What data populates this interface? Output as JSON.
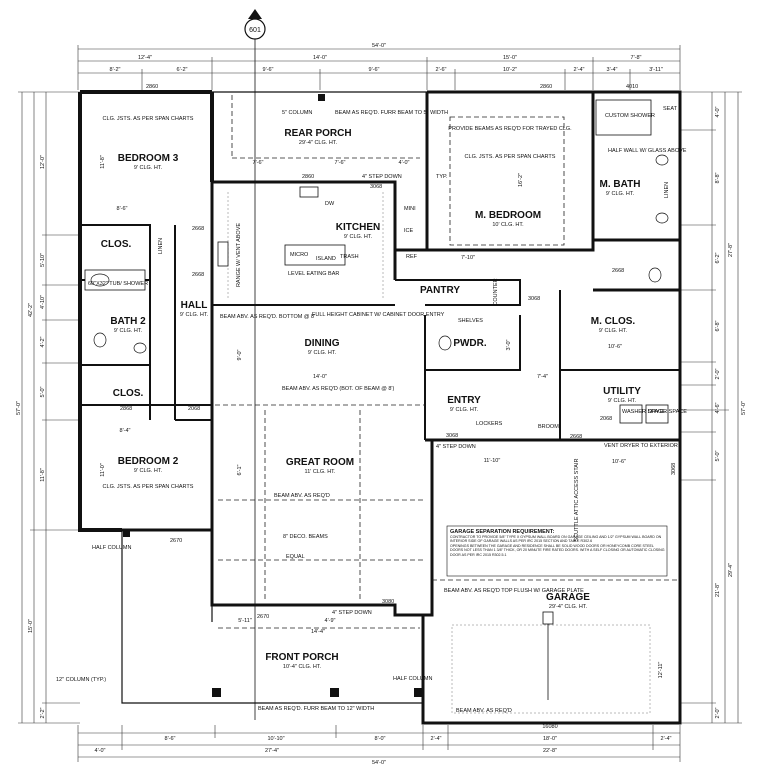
{
  "marker": {
    "label": "601"
  },
  "rooms": {
    "bedroom3": {
      "name": "BEDROOM 3",
      "ht": "9' CLG. HT."
    },
    "rear_porch": {
      "name": "REAR PORCH",
      "ht": "29'-4\" CLG. HT."
    },
    "kitchen": {
      "name": "KITCHEN",
      "ht": "9' CLG. HT."
    },
    "m_bedroom": {
      "name": "M. BEDROOM",
      "ht": "10' CLG. HT."
    },
    "m_bath": {
      "name": "M. BATH",
      "ht": "9' CLG. HT."
    },
    "clos_top": {
      "name": "CLOS."
    },
    "bath2": {
      "name": "BATH 2",
      "ht": "9' CLG. HT."
    },
    "hall": {
      "name": "HALL",
      "ht": "9' CLG. HT."
    },
    "pantry": {
      "name": "PANTRY"
    },
    "m_clos": {
      "name": "M. CLOS.",
      "ht": "9' CLG. HT."
    },
    "dining": {
      "name": "DINING",
      "ht": "9' CLG. HT."
    },
    "pwdr": {
      "name": "PWDR."
    },
    "clos_mid": {
      "name": "CLOS."
    },
    "entry": {
      "name": "ENTRY",
      "ht": "9' CLG. HT."
    },
    "utility": {
      "name": "UTILITY",
      "ht": "9' CLG. HT."
    },
    "bedroom2": {
      "name": "BEDROOM 2",
      "ht": "9' CLG. HT."
    },
    "great_room": {
      "name": "GREAT ROOM",
      "ht": "11' CLG. HT."
    },
    "garage": {
      "name": "GARAGE",
      "ht": "29'-4\" CLG. HT."
    },
    "front_porch": {
      "name": "FRONT PORCH",
      "ht": "10'-4\" CLG. HT."
    }
  },
  "notes": {
    "beam_5col": "5\" COLUMN",
    "beam_rear": "BEAM AS REQ'D. FURR BEAM TO 5\" WIDTH",
    "clg_jsts": "CLG. JSTS. AS PER SPAN CHARTS",
    "provide_beams": "PROVIDE BEAMS AS REQ'D FOR TRAYED CLG.",
    "custom_shower": "CUSTOM SHOWER",
    "half_wall": "HALF WALL W/ GLASS ABOVE",
    "seat": "SEAT",
    "linen": "LINEN",
    "step_down_top": "4\" STEP DOWN",
    "dw": "DW",
    "micro": "MICRO",
    "island": "ISLAND",
    "trash": "TRASH",
    "range": "RANGE W/ VENT ABOVE",
    "eating_bar": "LEVEL EATING BAR",
    "ref": "REF",
    "mini": "MINI",
    "ice": "ICE",
    "counter": "COUNTER",
    "shelves": "SHELVES",
    "tub": "60\"X32\" TUB/ SHOWER",
    "full_height": "FULL HEIGHT CABINET W/ CABINET DOOR ENTRY",
    "beam_bottom": "BEAM ABV. AS REQ'D. BOTTOM @ 8'",
    "beam_dining": "BEAM ABV. AS REQ'D (BOT. OF BEAM @ 8')",
    "lockers": "LOCKERS",
    "broom": "BROOM",
    "washer": "WASHER SPACE",
    "dryer": "DRYER SPACE",
    "vent_dryer": "VENT DRYER TO EXTERIOR",
    "step_down_garage": "4\" STEP DOWN",
    "beam_great": "BEAM ABV. AS REQ'D",
    "deco_beams": "8\" DECO. BEAMS",
    "equal": "EQUAL",
    "attic": "SCUTTLE ATTIC ACCESS STAIR",
    "garage_sep_title": "GARAGE SEPARATION REQUIREMENT:",
    "garage_sep_1": "CONTRACTOR TO PROVIDE 5/8\" TYPE X GYPSUM WALL BOARD ON GARAGE CEILING AND 1/2\" GYPSUM WALL BOARD ON INTERIOR SIDE OF GARAGE WALLS AS PER IRC 2015 SECTION AND TABLE R302.6",
    "garage_sep_2": "OPENINGS BETWEEN THE GARAGE AND RESIDENCE SHALL BE SOLID WOOD DOORS OR HONEYCOMB CORE STEEL DOORS NOT LESS THAN 1 3/8\" THICK, OR 20 MINUTE FIRE RATED DOORS. WITH A SELF CLOSING OR AUTOMATIC CLOSING DOOR AS PER IRC 2015 R302.5.1",
    "half_column_left": "HALF COLUMN",
    "beam_garage": "BEAM ABV. AS REQ'D TOP FLUSH W/ GARAGE PLATE",
    "step_down_front": "4\" STEP DOWN",
    "col_typ": "12\" COLUMN (TYP.)",
    "half_column_right": "HALF COLUMN",
    "beam_front": "BEAM AS REQ'D. FURR BEAM TO 12\" WIDTH",
    "beam_garage_bottom": "BEAM ABV. AS REQ'D",
    "typ": "TYP."
  },
  "dims_top": {
    "overall": "54'-0\"",
    "seg": [
      "12'-4\"",
      "14'-0\"",
      "15'-0\"",
      "7'-8\""
    ],
    "sub": [
      "8'-2\"",
      "6'-2\"",
      "9'-6\"",
      "9'-6\"",
      "2'-6\"",
      "10'-2\"",
      "2'-4\"",
      "3'-4\"",
      "3'-11\""
    ]
  },
  "dims_bottom": {
    "overall": "54'-0\"",
    "seg": [
      "4'-0\"",
      "27'-4\"",
      "2'-4\"",
      "18'-0\"",
      "22'-8\"",
      "2'-4\""
    ],
    "sub": [
      "8'-6\"",
      "10'-10\"",
      "8'-0\""
    ]
  },
  "dims_left": {
    "overall": "57'-0\"",
    "seg": [
      "42'-2\"",
      "15'-0\""
    ],
    "sub": [
      "12'-0\"",
      "5'-10\"",
      "4'-10\"",
      "4'-2\"",
      "5'-0\"",
      "11'-8\"",
      "2'-2\""
    ]
  },
  "dims_right": {
    "overall": "57'-0\"",
    "seg": [
      "27'-8\"",
      "29'-4\""
    ],
    "sub": [
      "4'-0\"",
      "8'-8\"",
      "6'-2\"",
      "6'-8\"",
      "2'-0\"",
      "4'-6\"",
      "5'-0\"",
      "21'-8\"",
      "2'-0\""
    ]
  },
  "doors": [
    "2860",
    "2860",
    "2860",
    "4010",
    "3068",
    "2668",
    "2668",
    "2668",
    "3068",
    "2868",
    "2068",
    "2068",
    "2668",
    "3068",
    "2670",
    "3080",
    "2670",
    "3068",
    "16080"
  ],
  "inner": {
    "bed3_w": "8'-6\"",
    "bed3_h": "11'-8\"",
    "rp_a": "7'-6\"",
    "rp_b": "7'-6\"",
    "rp_c": "4'-0\"",
    "mbed_w": "7'-10\"",
    "mbed_h": "16'-2\"",
    "din_w": "14'-0\"",
    "din_h": "9'-0\"",
    "gr_h": "6'-1\"",
    "gr_w": "11'-10\"",
    "bed2_w": "8'-4\"",
    "bed2_h": "11'-0\"",
    "fp_w": "14'-4\"",
    "fp_a": "5'-11\"",
    "fp_b": "4'-9\"",
    "gar_a": "10'-6\"",
    "gar_b": "12'-11\"",
    "mclos_w": "10'-6\"",
    "pwdr": "3'-0\"",
    "ent": "7'-4\""
  }
}
